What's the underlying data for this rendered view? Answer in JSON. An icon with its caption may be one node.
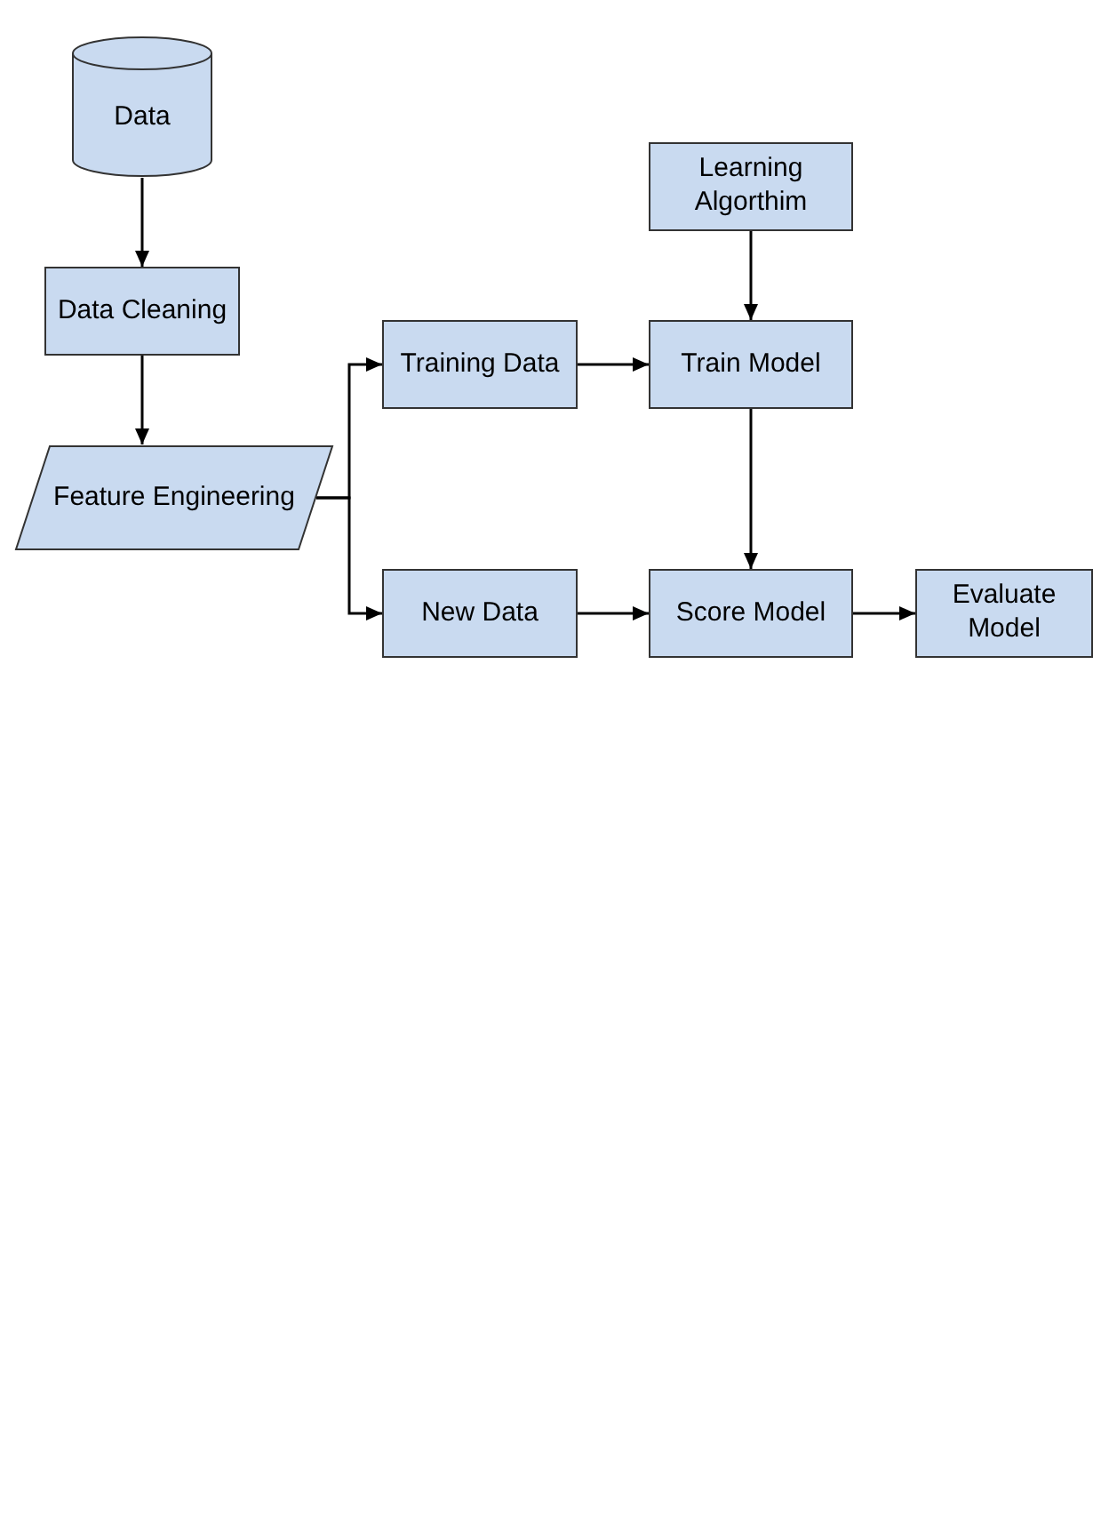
{
  "diagram": {
    "nodes": [
      {
        "text": [
          "Data"
        ]
      },
      {
        "text": [
          "Data Cleaning"
        ]
      },
      {
        "text": [
          "Feature Engineering"
        ]
      },
      {
        "text": [
          "Training Data"
        ]
      },
      {
        "text": [
          "Learning Algorthim"
        ]
      },
      {
        "text": [
          "Train Model"
        ]
      },
      {
        "text": [
          "New Data"
        ]
      },
      {
        "text": [
          "Score Model"
        ]
      },
      {
        "text": [
          "Evaluate Model"
        ]
      }
    ],
    "edges": [
      {
        "from": 0,
        "to": 1,
        "arrow": "to"
      },
      {
        "from": 1,
        "to": 2,
        "arrow": "to"
      },
      {
        "from": 2,
        "to": 3,
        "arrow": "to"
      },
      {
        "from": 2,
        "to": 6,
        "arrow": "to"
      },
      {
        "from": 3,
        "to": 5,
        "arrow": "to"
      },
      {
        "from": 4,
        "to": 5,
        "arrow": "to"
      },
      {
        "from": 5,
        "to": 7,
        "arrow": "to"
      },
      {
        "from": 6,
        "to": 7,
        "arrow": "to"
      },
      {
        "from": 7,
        "to": 8,
        "arrow": "to"
      }
    ]
  }
}
